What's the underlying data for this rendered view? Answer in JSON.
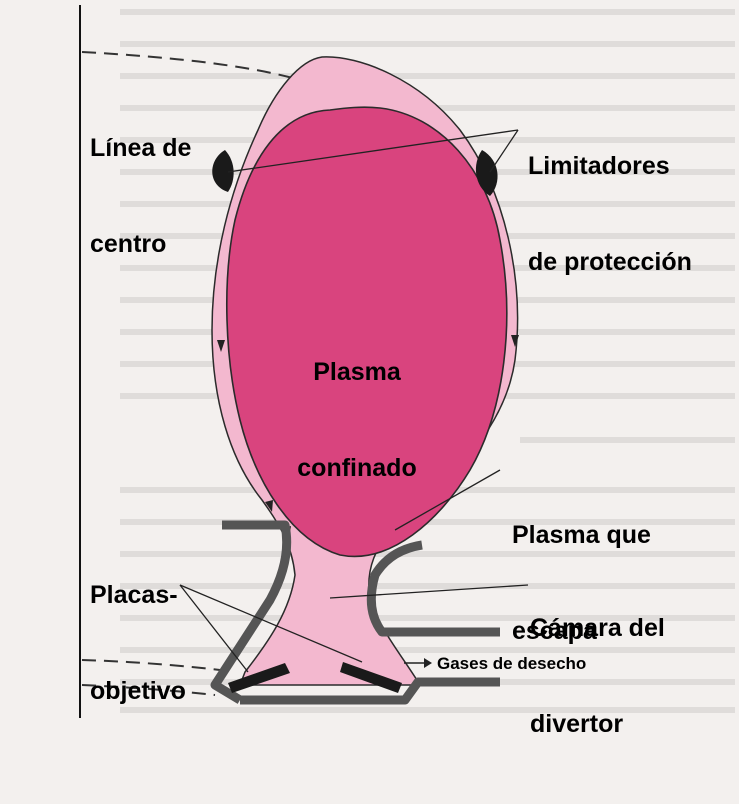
{
  "labels": {
    "center_line_1": "Línea de",
    "center_line_2": "centro",
    "limiters_1": "Limitadores",
    "limiters_2": "de protección",
    "plasma_1": "Plasma",
    "plasma_2": "confinado",
    "escaping_1": "Plasma que",
    "escaping_2": "escapa",
    "targets_1": "Placas-",
    "targets_2": "objetivo",
    "divertor_1": "Cámara del",
    "divertor_2": "divertor",
    "exhaust": "Gases de desecho"
  },
  "colors": {
    "outer_plasma": "#f3b8cf",
    "core_plasma": "#d9447e",
    "core_border": "#2b2b2b",
    "wall": "#555555",
    "target_plate": "#1a1a1a",
    "background": "#f3f0ee"
  }
}
